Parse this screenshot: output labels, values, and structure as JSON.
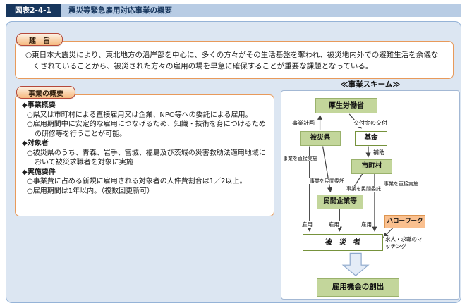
{
  "header": {
    "number": "図表2-4-1",
    "title": "震災等緊急雇用対応事業の概要"
  },
  "purpose": {
    "label": "趣　旨",
    "text": "○東日本大震災により、東北地方の沿岸部を中心に、多くの方々がその生活基盤を奪われ、被災地内外での避難生活を余儀なくされていることから、被災された方々の雇用の場を早急に確保することが重要な課題となっている。"
  },
  "overview": {
    "label": "事業の概要",
    "sections": [
      {
        "heading": "◆事業概要",
        "items": [
          "○県又は市町村による直接雇用又は企業、NPO等への委託による雇用。",
          "○雇用期間中に安定的な雇用につなげるため、知識・技術を身につけるための研修等を行うことが可能。"
        ]
      },
      {
        "heading": "◆対象者",
        "items": [
          "○被災県のうち、青森、岩手、宮城、福島及び茨城の災害救助法適用地域において被災求職者を対象に実施"
        ]
      },
      {
        "heading": "◆実施要件",
        "items": [
          "○事業費に占める新規に雇用される対象者の人件費割合は1／2以上。",
          "○雇用期間は1年以内。（複数回更新可）"
        ]
      }
    ]
  },
  "scheme": {
    "title": "≪事業スキーム≫",
    "nodes": {
      "mhlw": "厚生労働省",
      "prefecture": "被災県",
      "fund": "基金",
      "municipality": "市町村",
      "private_company": "民間企業等",
      "hellowork": "ハローワーク",
      "victims": "被　災　者",
      "outcome": "雇用機会の創出"
    },
    "labels": {
      "plan": "事業計画",
      "grant": "交付金の交付",
      "subsidy": "補助",
      "direct_left": "事業を直接実施",
      "consign_pref": "事業を民間委託",
      "consign_muni": "事業を民間委託",
      "direct_right": "事業を直接実施",
      "employ1": "雇用",
      "employ2": "雇用",
      "employ3": "雇用",
      "matching": "求人・求職のマッチング"
    }
  },
  "colors": {
    "header_navy": "#17365d",
    "header_bar_blue": "#b8cce4",
    "panel_blue": "#dce6f2",
    "panel_border_blue": "#95b3d7",
    "pill_border_red": "#b5493b",
    "box_border_orange": "#e89a5b",
    "node_green": "#c3d69b",
    "node_orange": "#fac08f",
    "node_green_border": "#76923c"
  }
}
